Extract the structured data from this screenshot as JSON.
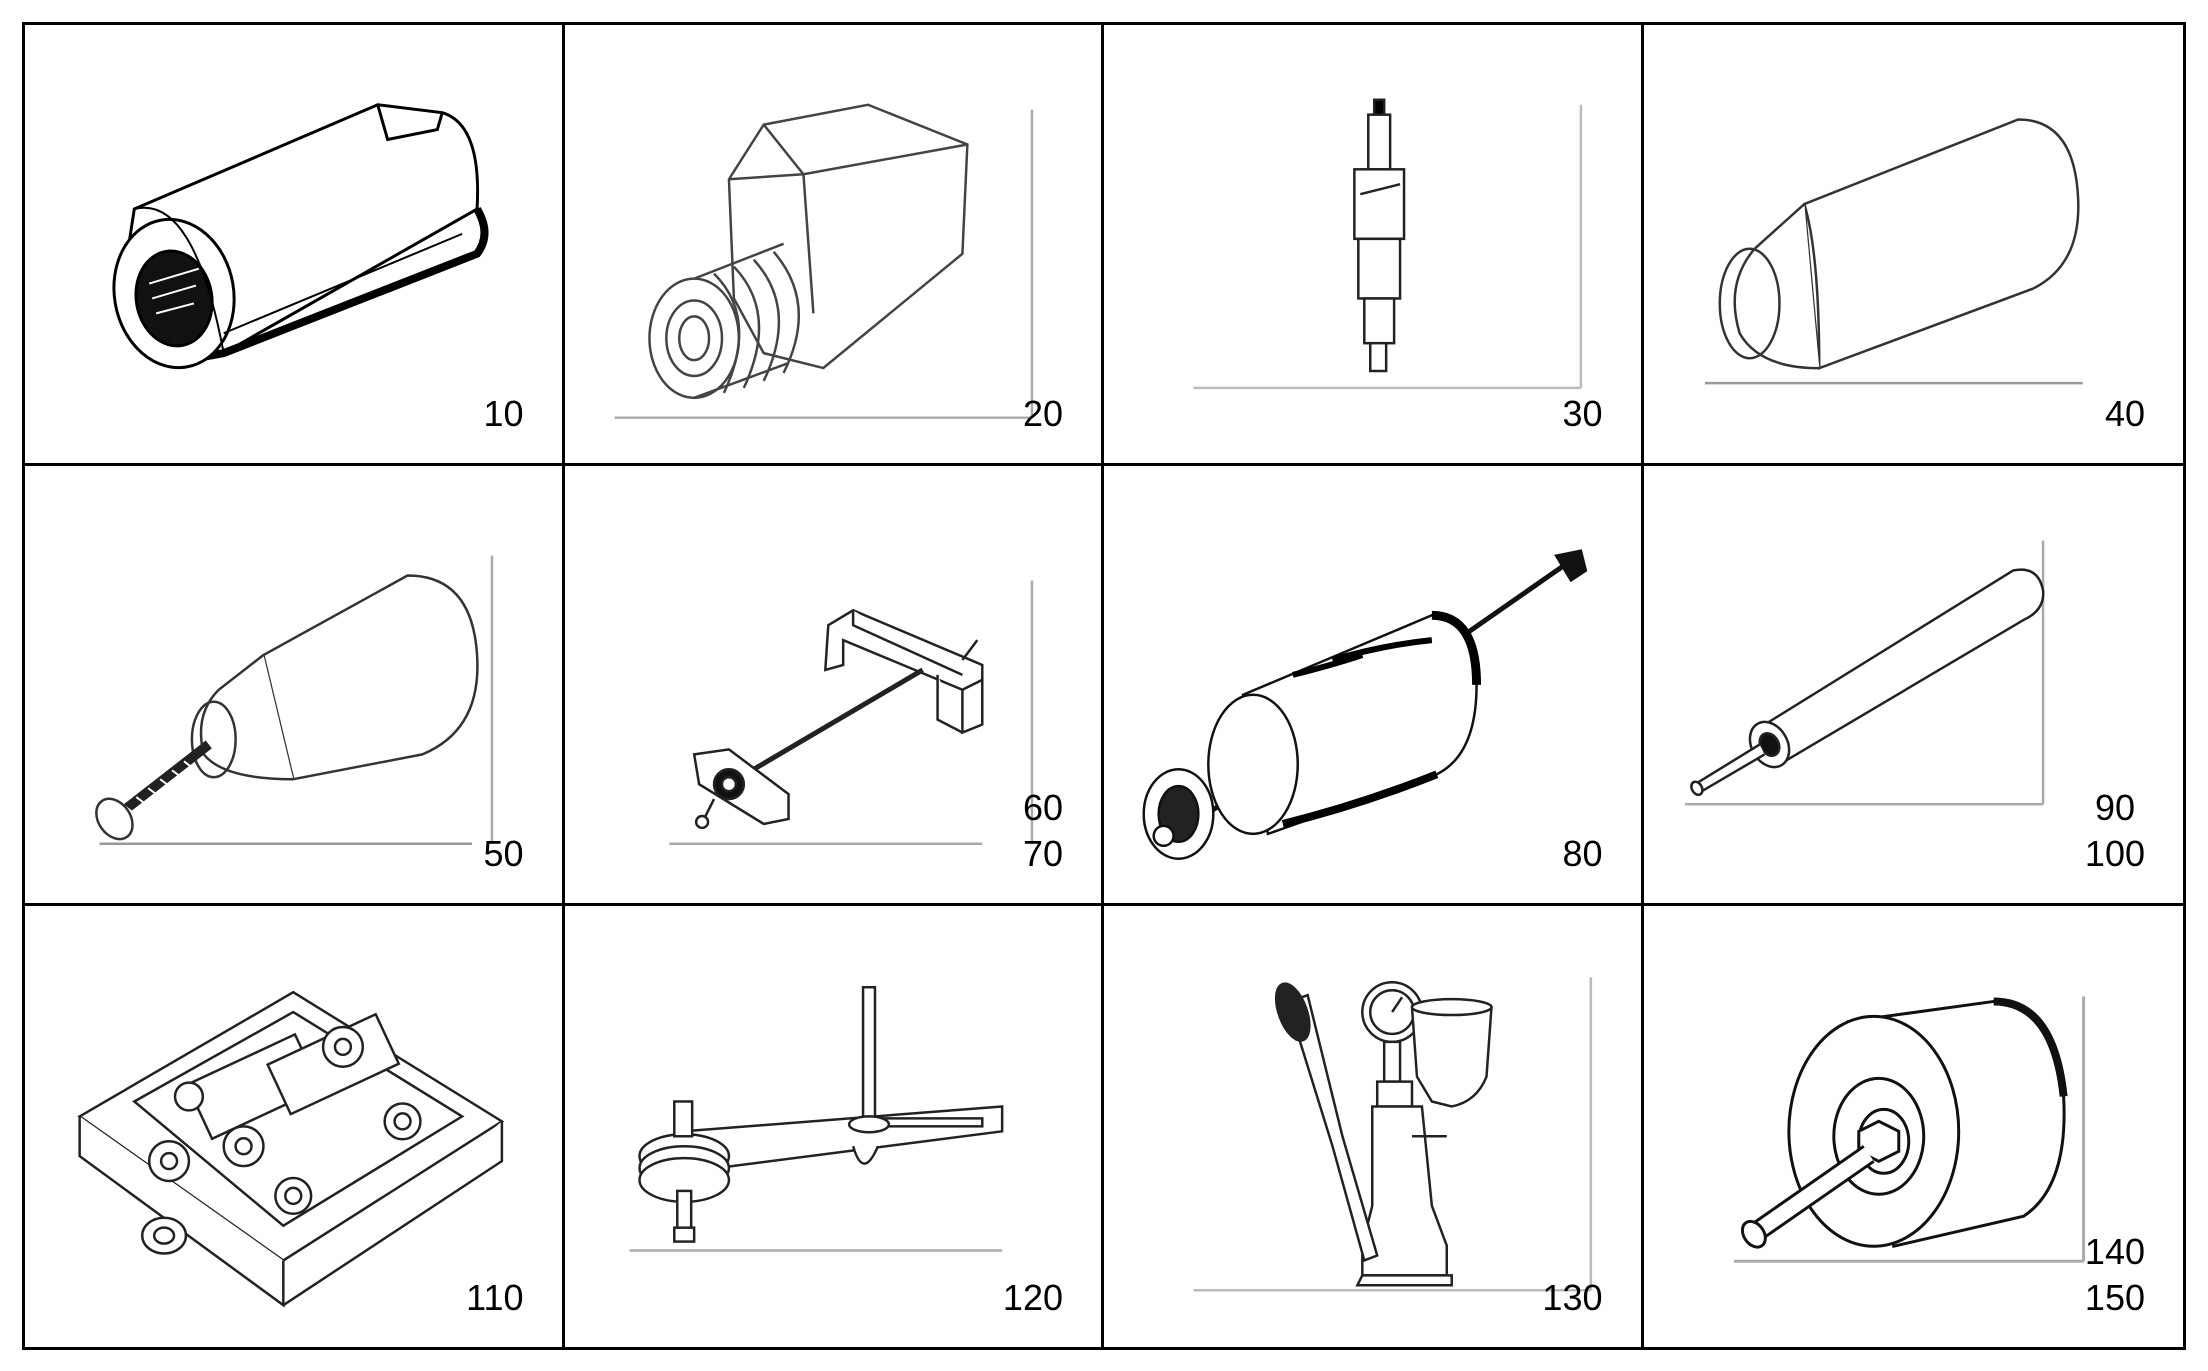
{
  "cells": [
    {
      "labels": [
        "10"
      ],
      "icon": "splined-socket-icon"
    },
    {
      "labels": [
        "20"
      ],
      "icon": "threaded-hex-adapter-icon"
    },
    {
      "labels": [
        "30"
      ],
      "icon": "injector-nozzle-icon"
    },
    {
      "labels": [
        "40"
      ],
      "icon": "tapered-sleeve-icon"
    },
    {
      "labels": [
        "50"
      ],
      "icon": "sleeve-with-bolt-icon"
    },
    {
      "labels": [
        "60",
        "70"
      ],
      "icon": "bridge-puller-icon"
    },
    {
      "labels": [
        "80"
      ],
      "icon": "slide-hammer-icon"
    },
    {
      "labels": [
        "90",
        "100"
      ],
      "icon": "drift-rod-icon"
    },
    {
      "labels": [
        "110"
      ],
      "icon": "holding-fixture-icon"
    },
    {
      "labels": [
        "120"
      ],
      "icon": "ratchet-wrench-icon"
    },
    {
      "labels": [
        "130"
      ],
      "icon": "nozzle-tester-icon"
    },
    {
      "labels": [
        "140",
        "150"
      ],
      "icon": "bearing-drum-tool-icon"
    }
  ],
  "colors": {
    "line": "#000000",
    "background": "#ffffff"
  }
}
